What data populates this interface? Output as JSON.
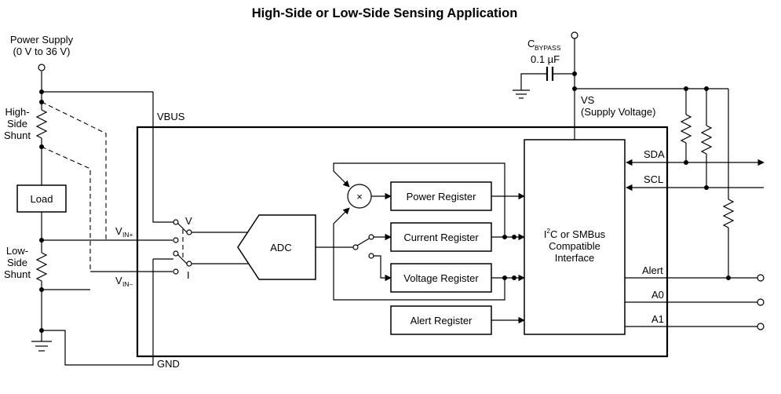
{
  "title": "High-Side or Low-Side Sensing Application",
  "power_supply": {
    "label": "Power Supply",
    "range": "(0 V to 36 V)"
  },
  "shunts": {
    "high_side": [
      "High-",
      "Side",
      "Shunt"
    ],
    "low_side": [
      "Low-",
      "Side",
      "Shunt"
    ]
  },
  "load_label": "Load",
  "pins": {
    "vbus": "VBUS",
    "gnd": "GND",
    "vin_plus_main": "V",
    "vin_plus_sub": "IN+",
    "vin_minus_main": "V",
    "vin_minus_sub": "IN–",
    "vs": "VS",
    "vs_desc": "(Supply Voltage)"
  },
  "bypass_cap": {
    "main": "C",
    "sub": "BYPASS",
    "value": "0.1 µF"
  },
  "mux": {
    "v": "V",
    "i": "I"
  },
  "blocks": {
    "adc": "ADC",
    "multiplier": "×",
    "power_register": "Power Register",
    "current_register": "Current Register",
    "voltage_register": "Voltage Register",
    "alert_register": "Alert Register",
    "interface_line1_pre": "I",
    "interface_line1_sup": "2",
    "interface_line1_post": "C or SMBus",
    "interface_line2": "Compatible",
    "interface_line3": "Interface"
  },
  "signals": {
    "sda": "SDA",
    "scl": "SCL",
    "alert": "Alert",
    "a0": "A0",
    "a1": "A1"
  }
}
